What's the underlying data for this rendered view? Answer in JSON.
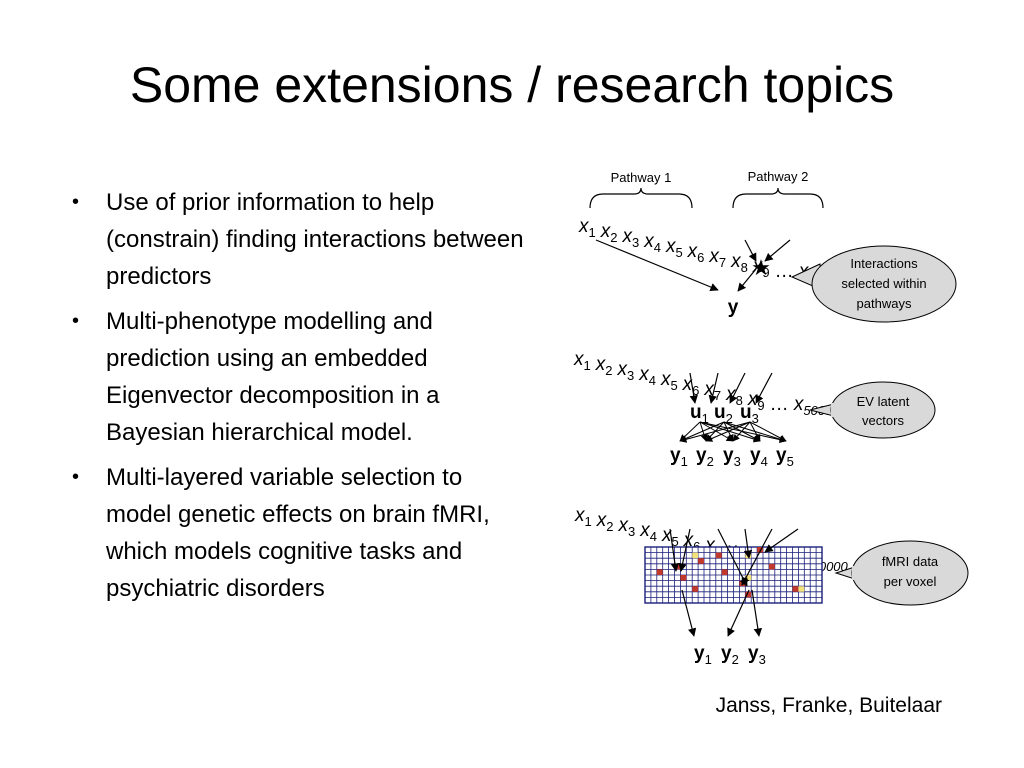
{
  "slide": {
    "title": "Some extensions / research topics",
    "bullets": [
      "Use of prior information to help (constrain) finding interactions between predictors",
      "Multi-phenotype modelling and prediction using an embedded Eigenvector decomposition in a Bayesian hierarchical model.",
      "Multi-layered variable selection to model genetic effects on brain fMRI, which models cognitive tasks and psychiatric disorders"
    ],
    "bullet_glyph": "•",
    "credit": "Janss, Franke, Buitelaar"
  },
  "diagram": {
    "x_symbol": "x",
    "x_subscripts": [
      "1",
      "2",
      "3",
      "4",
      "5",
      "6",
      "7",
      "8",
      "9"
    ],
    "ellipsis": "…",
    "x_last_subscript": "500000",
    "panel1": {
      "pathway1": "Pathway 1",
      "pathway2": "Pathway 2",
      "star": "★",
      "y": "y",
      "bubble_lines": [
        "Interactions",
        "selected within",
        "pathways"
      ]
    },
    "panel2": {
      "u_symbol": "u",
      "u_subscripts": [
        "1",
        "2",
        "3"
      ],
      "y_symbol": "y",
      "y_subscripts": [
        "1",
        "2",
        "3",
        "4",
        "5"
      ],
      "bubble_lines": [
        "EV latent",
        "vectors"
      ]
    },
    "panel3": {
      "y_symbol": "y",
      "y_subscripts": [
        "1",
        "2",
        "3"
      ],
      "bubble_lines": [
        "fMRI data",
        "per voxel"
      ],
      "grid_color": "#1a1f7a",
      "red_cell_color": "#c0392b",
      "yellow_cell_color": "#f4e27a"
    }
  }
}
